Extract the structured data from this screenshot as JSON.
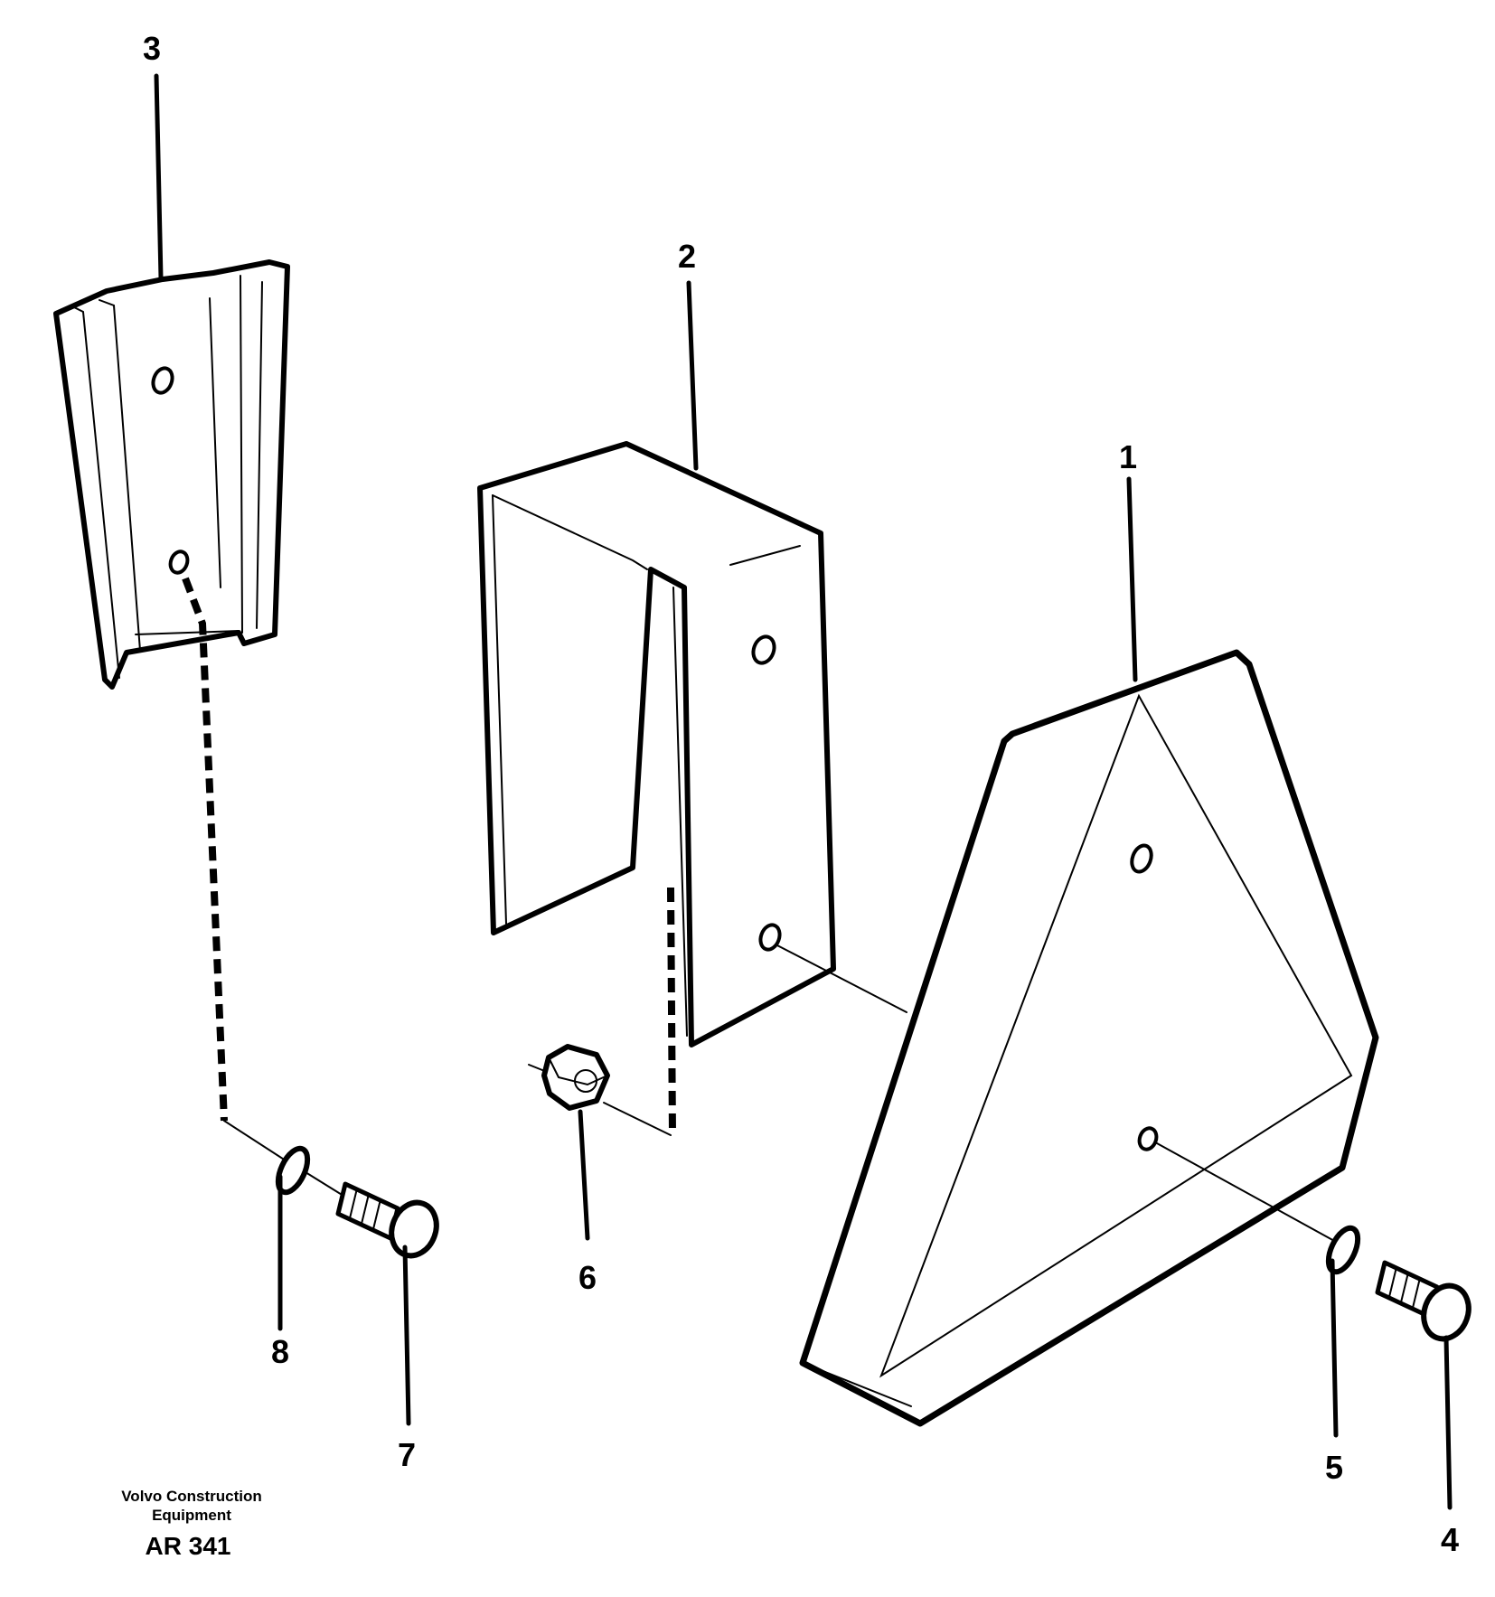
{
  "callouts": {
    "c1": "1",
    "c2": "2",
    "c3": "3",
    "c4": "4",
    "c5": "5",
    "c6": "6",
    "c7": "7",
    "c8": "8"
  },
  "caption": {
    "line1": "Volvo Construction",
    "line2": "Equipment",
    "code": "AR 341"
  },
  "colors": {
    "ink": "#000000",
    "paper": "#ffffff"
  }
}
